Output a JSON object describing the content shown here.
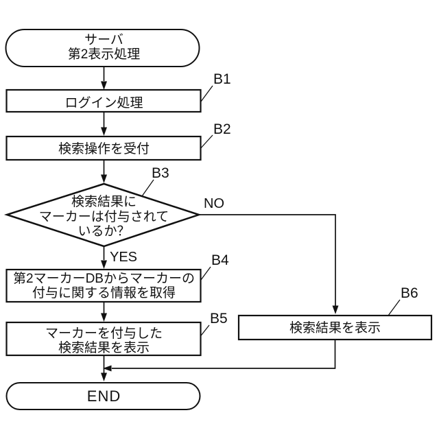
{
  "flowchart": {
    "nodes": {
      "start": {
        "line1": "サーバ",
        "line2": "第2表示処理"
      },
      "b1": {
        "ref": "B1",
        "line1": "ログイン処理"
      },
      "b2": {
        "ref": "B2",
        "line1": "検索操作を受付"
      },
      "b3": {
        "ref": "B3",
        "line1": "検索結果に",
        "line2": "マーカーは付与されて",
        "line3": "いるか？"
      },
      "b4": {
        "ref": "B4",
        "line1": "第2マーカーDBからマーカーの",
        "line2": "付与に関する情報を取得"
      },
      "b5": {
        "ref": "B5",
        "line1": "マーカーを付与した",
        "line2": "検索結果を表示"
      },
      "b6": {
        "ref": "B6",
        "line1": "検索結果を表示"
      },
      "end": {
        "line1": "END"
      }
    },
    "branches": {
      "yes": "YES",
      "no": "NO"
    },
    "colors": {
      "line": "#111111",
      "fill": "#ffffff",
      "text": "#111111",
      "background": "#ffffff"
    }
  }
}
